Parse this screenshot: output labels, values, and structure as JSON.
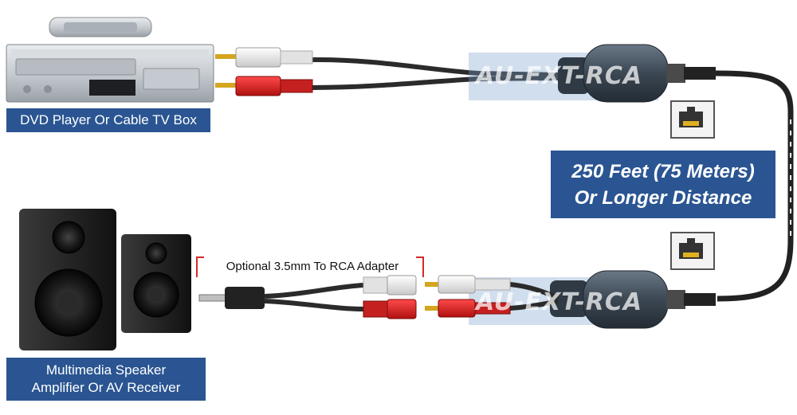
{
  "source_label": "DVD Player Or Cable TV Box",
  "destination_label": {
    "line1": "Multimedia Speaker",
    "line2": "Amplifier Or AV Receiver"
  },
  "distance_label": {
    "line1": "250 Feet (75 Meters)",
    "line2": "Or Longer Distance"
  },
  "adapter_label": "Optional 3.5mm To RCA Adapter",
  "product_watermark": "AU-EXT-RCA",
  "colors": {
    "label_blue": "#2a5592",
    "rca_red": "#d42a2a",
    "rca_white": "#f2f2f2",
    "cable_dark": "#2b2b2b",
    "balun_body": "#3d4a57"
  }
}
